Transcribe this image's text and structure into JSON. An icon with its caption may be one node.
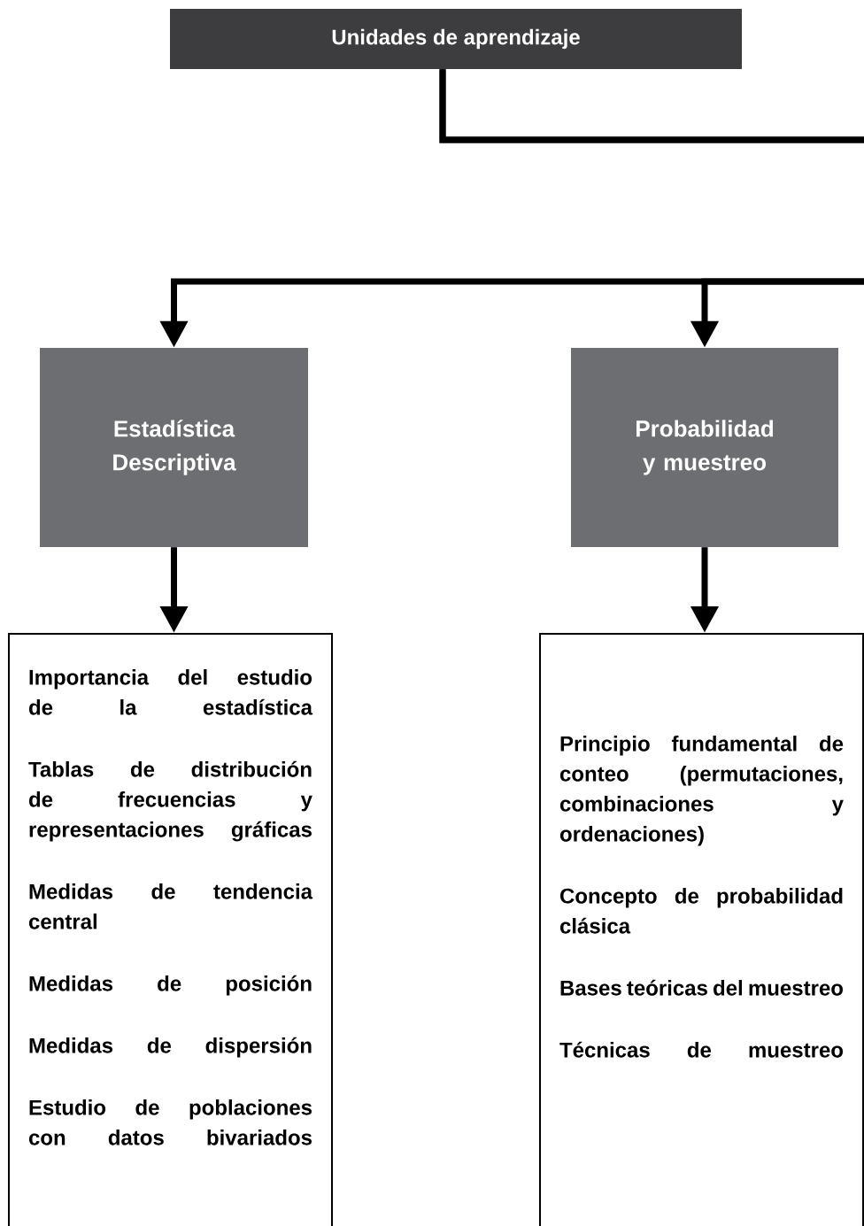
{
  "diagram": {
    "nodes": [
      {
        "text": [
          "Unidades de aprendizaje"
        ]
      },
      {
        "text": [
          "Estadística Descriptiva"
        ]
      },
      {
        "text": [
          "Probabilidad y muestreo"
        ]
      },
      {
        "text": [
          "Importancia del estudio de la estadística",
          "Tablas de distribución de frecuencias y representaciones gráficas",
          "Medidas de tendencia central",
          "Medidas de posición",
          "Medidas de dispersión",
          "Estudio de poblaciones con datos bivariados"
        ]
      },
      {
        "text": [
          "Principio fundamental de conteo (permutaciones, combinaciones y ordenaciones)",
          "Concepto de probabilidad clásica",
          "Bases teóricas del muestreo",
          "Técnicas de muestreo"
        ]
      }
    ],
    "edges": [
      {
        "from": 0,
        "to": 1,
        "arrow": "to"
      },
      {
        "from": 0,
        "to": 2,
        "arrow": "to"
      },
      {
        "from": 1,
        "to": 3,
        "arrow": "to"
      },
      {
        "from": 2,
        "to": 4,
        "arrow": "to"
      }
    ]
  }
}
